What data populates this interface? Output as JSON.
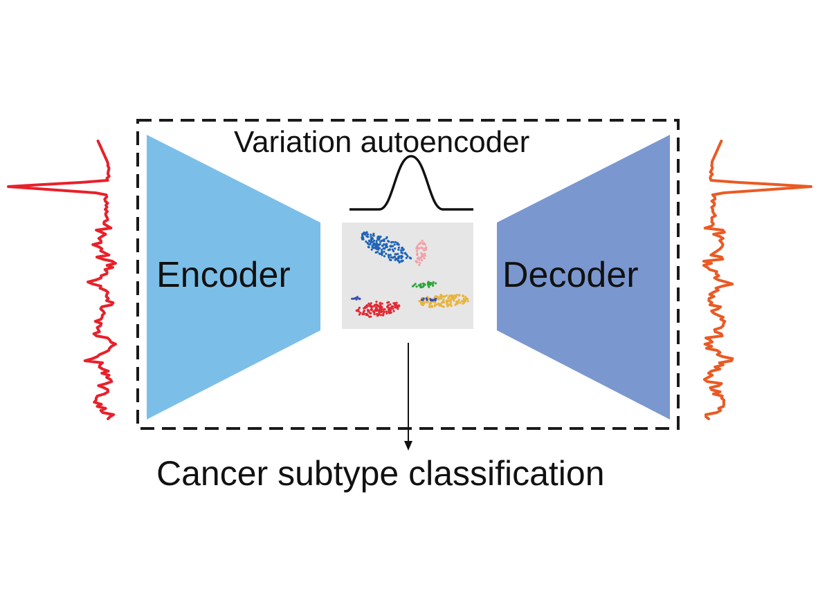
{
  "diagram": {
    "title": "Variation autoencoder",
    "encoder_label": "Encoder",
    "decoder_label": "Decoder",
    "output_label": "Cancer subtype classification"
  },
  "colors": {
    "encoder_fill": "#7bbfe9",
    "decoder_fill": "#7a97cf",
    "input_signal": "#e8202a",
    "output_signal": "#ea5a24",
    "latent_panel": "#e6e6e6",
    "dashed_border": "#1a1a1a",
    "cluster_colors": [
      "#1f64b8",
      "#f2a0a8",
      "#2aa73a",
      "#e8b43a",
      "#e02a34",
      "#3b4fb0"
    ]
  }
}
